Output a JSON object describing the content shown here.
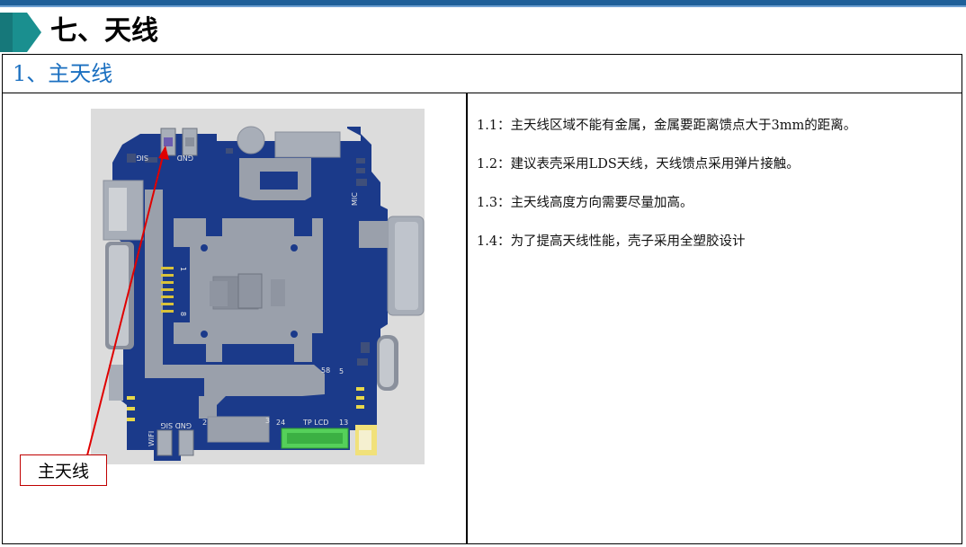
{
  "header": {
    "title": "七、天线",
    "colors": {
      "accent": "#1f5f99",
      "chevron": "#1a8f8f"
    }
  },
  "section": {
    "subtitle": "1、主天线",
    "subtitle_color": "#1a6fc0"
  },
  "figure": {
    "callout_label": "主天线",
    "callout_color": "#c00000",
    "board_texts": {
      "sig_top": "SIG",
      "gnd_top": "GND",
      "mic": "MIC",
      "pin1": "1",
      "pin8": "8",
      "tp_lcd": "TP LCD",
      "n24": "24",
      "n3": "3",
      "n13": "13",
      "n2": "2",
      "n5": "5",
      "n58": "58",
      "gnd_sig_bottom": "GND SIG",
      "wifi": "WIFI"
    }
  },
  "notes": [
    {
      "num": "1.1：",
      "text": "主天线区域不能有金属，金属要距离馈点大于3mm的距离。"
    },
    {
      "num": "1.2：",
      "text": "建议表壳采用LDS天线，天线馈点采用弹片接触。"
    },
    {
      "num": "1.3：",
      "text": "主天线高度方向需要尽量加高。"
    },
    {
      "num": "1.4：",
      "text": "为了提高天线性能，壳子采用全塑胶设计"
    }
  ]
}
